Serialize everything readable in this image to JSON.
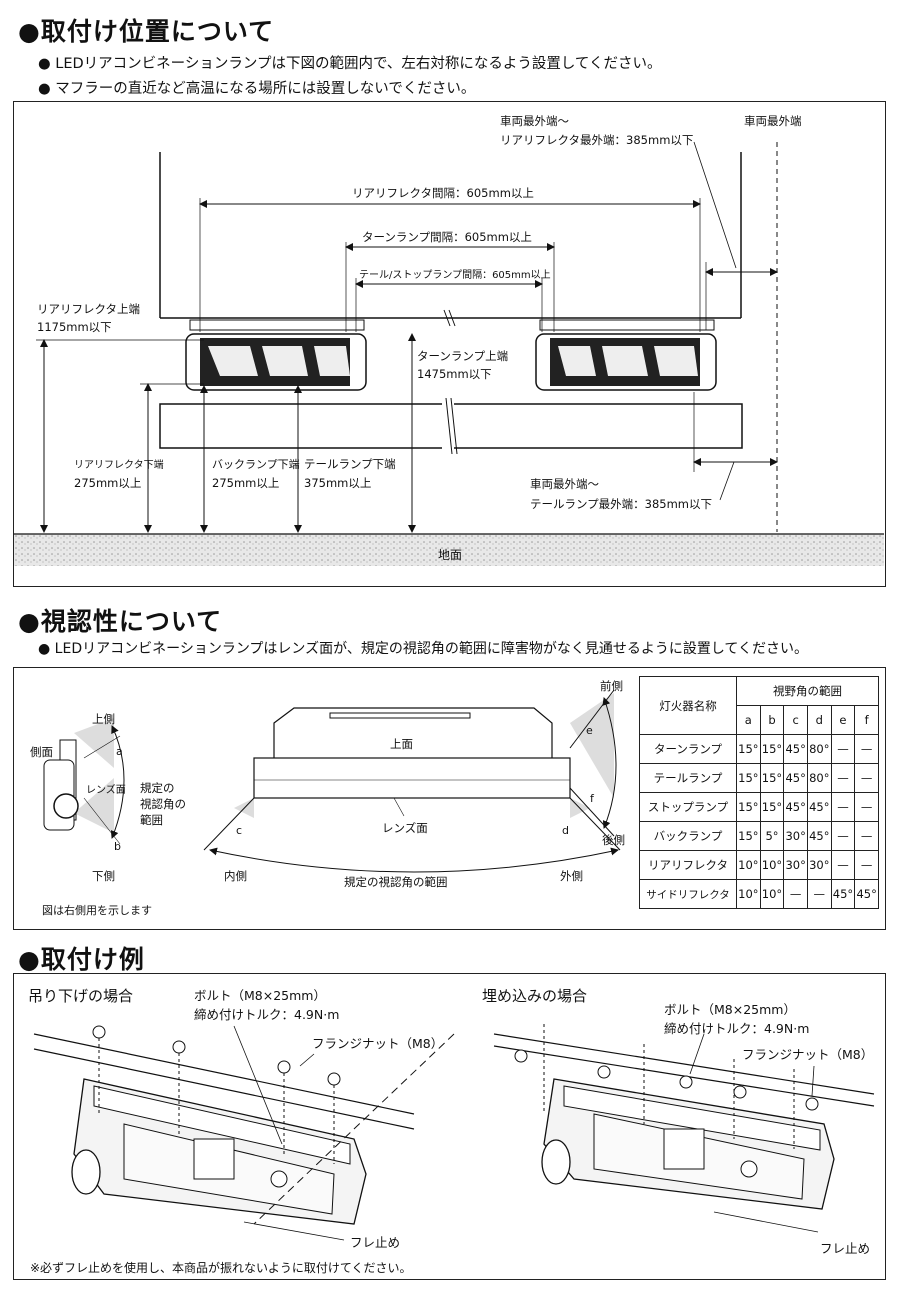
{
  "section1": {
    "heading": "取付け位置について",
    "bullets": [
      "LEDリアコンビネーションランプは下図の範囲内で、左右対称になるよう設置してください。",
      "マフラーの直近など高温になる場所には設置しないでください。"
    ],
    "labels": {
      "vehicle_edge_reflector_1": "車両最外端〜",
      "vehicle_edge_reflector_2": "リアリフレクタ最外端：385mm以下",
      "vehicle_edge": "車両最外端",
      "reflector_spacing": "リアリフレクタ間隔：605mm以上",
      "turn_spacing": "ターンランプ間隔：605mm以上",
      "tail_stop_spacing": "テール/ストップランプ間隔：605mm以上",
      "reflector_top_1": "リアリフレクタ上端",
      "reflector_top_2": "1175mm以下",
      "turn_top_1": "ターンランプ上端",
      "turn_top_2": "1475mm以下",
      "reflector_bottom_1": "リアリフレクタ下端",
      "reflector_bottom_2": "275mm以上",
      "back_bottom_1": "バックランプ下端",
      "back_bottom_2": "275mm以上",
      "tail_bottom_1": "テールランプ下端",
      "tail_bottom_2": "375mm以上",
      "vehicle_edge_tail_1": "車両最外端〜",
      "vehicle_edge_tail_2": "テールランプ最外端：385mm以下",
      "ground": "地面"
    }
  },
  "section2": {
    "heading": "視認性について",
    "bullet": "LEDリアコンビネーションランプはレンズ面が、規定の視認角の範囲に障害物がなく見通せるように設置してください。",
    "labels": {
      "top_side": "上側",
      "side": "側面",
      "lens": "レンズ面",
      "angle_1": "規定の",
      "angle_2": "視認角の",
      "angle_3": "範囲",
      "bottom_side": "下側",
      "caption": "図は右側用を示します",
      "top_face": "上面",
      "lens_face": "レンズ面",
      "inner": "内側",
      "outer": "外側",
      "angle_range": "規定の視認角の範囲",
      "front": "前側",
      "rear": "後側",
      "a": "a",
      "b": "b",
      "c": "c",
      "d": "d",
      "e": "e",
      "f": "f"
    },
    "table": {
      "col_name": "灯火器名称",
      "col_range": "視野角の範囲",
      "sub_headers": [
        "a",
        "b",
        "c",
        "d",
        "e",
        "f"
      ],
      "rows": [
        {
          "name": "ターンランプ",
          "values": [
            "15°",
            "15°",
            "45°",
            "80°",
            "—",
            "—"
          ]
        },
        {
          "name": "テールランプ",
          "values": [
            "15°",
            "15°",
            "45°",
            "80°",
            "—",
            "—"
          ]
        },
        {
          "name": "ストップランプ",
          "values": [
            "15°",
            "15°",
            "45°",
            "45°",
            "—",
            "—"
          ]
        },
        {
          "name": "バックランプ",
          "values": [
            "15°",
            "5°",
            "30°",
            "45°",
            "—",
            "—"
          ]
        },
        {
          "name": "リアリフレクタ",
          "values": [
            "10°",
            "10°",
            "30°",
            "30°",
            "—",
            "—"
          ]
        },
        {
          "name": "サイドリフレクタ",
          "values": [
            "10°",
            "10°",
            "—",
            "—",
            "45°",
            "45°"
          ]
        }
      ]
    }
  },
  "section3": {
    "heading": "取付け例",
    "hanging": "吊り下げの場合",
    "embedded": "埋め込みの場合",
    "bolt_1": "ボルト（M8×25mm）",
    "bolt_2": "締め付けトルク：4.9N·m",
    "flange_nut": "フランジナット（M8）",
    "bolt_1b": "ボルト（M8×25mm）",
    "bolt_2b": "締め付けトルク：4.9N·m",
    "flange_nut_b": "フランジナット（M8）",
    "anti_vib": "フレ止め",
    "anti_vib_b": "フレ止め",
    "note": "※必ずフレ止めを使用し、本商品が振れないように取付けてください。"
  }
}
